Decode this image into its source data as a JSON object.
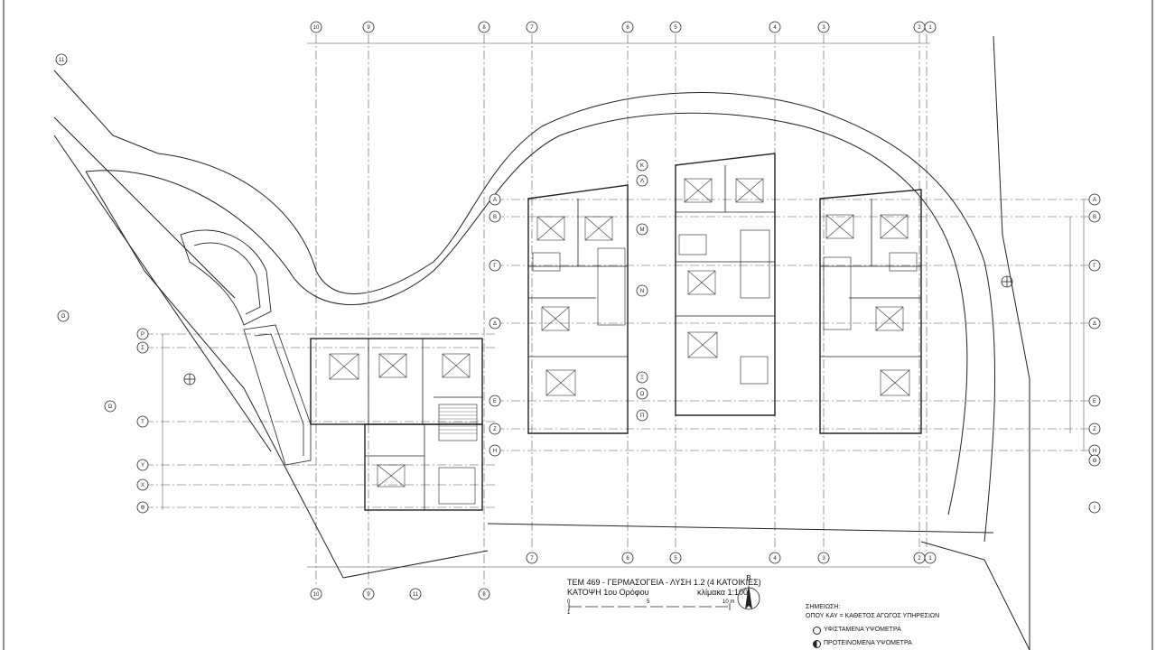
{
  "drawing": {
    "title_line1": "ΤΕΜ 469 - ΓΕΡΜΑΣΟΓΕΙΑ - ΛΥΣΗ 1.2 (4 ΚΑΤΟΙΚΙΕΣ)",
    "title_line2": "ΚΑΤΟΨΗ 1ου Ορόφου",
    "scale_label": "κλίμακα 1:100",
    "north_label": "Β",
    "scale_bar_marks": [
      "0",
      "1",
      "5",
      "10 m"
    ]
  },
  "notes": {
    "heading": "ΣΗΜΕΙΩΣΗ:",
    "line1": "ΟΠΟΥ ΚΑΥ = ΚΑΘΕΤΟΣ ΑΓΩΓΟΣ ΥΠΗΡΕΣΙΩΝ",
    "legend_existing": "ΥΦΙΣΤΑΜΕΝΑ ΥΨΟΜΕΤΡΑ",
    "legend_proposed": "ΠΡΟΤΕΙΝΟΜΕΝΑ ΥΨΟΜΕΤΡΑ"
  },
  "grid_numbers": [
    "10",
    "9",
    "8",
    "7",
    "6",
    "5",
    "4",
    "3",
    "2",
    "1",
    "11"
  ],
  "grid_letters_right": [
    "A",
    "B",
    "Γ",
    "Δ",
    "E",
    "Z",
    "H",
    "Θ",
    "I"
  ],
  "grid_letters_left": [
    "P",
    "Σ",
    "T",
    "Y",
    "X",
    "Φ",
    "Ω",
    "Ο"
  ],
  "grid_letters_middle": [
    "K",
    "Λ",
    "M",
    "N",
    "Ξ",
    "Ο",
    "Π"
  ],
  "colors": {
    "line": "#222222",
    "background": "#ffffff"
  }
}
